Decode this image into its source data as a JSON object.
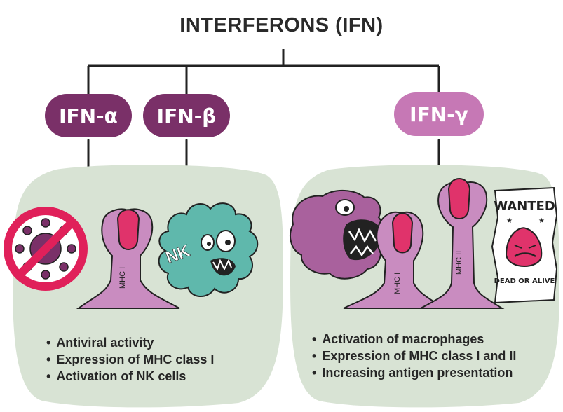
{
  "title": "INTERFERONS (IFN)",
  "nodes": {
    "ifn_alpha": "IFN-α",
    "ifn_beta": "IFN-β",
    "ifn_gamma": "IFN-γ"
  },
  "left_panel": {
    "mhc_label": "MHC I",
    "nk_label": "NK",
    "bullets": [
      "Antiviral activity",
      "Expression of MHC class I",
      "Activation of NK cells"
    ]
  },
  "right_panel": {
    "mhc_label_1": "MHC I",
    "mhc_label_2": "MHC II",
    "wanted_title": "WANTED",
    "wanted_footer": "DEAD OR ALIVE",
    "bullets": [
      "Activation of macrophages",
      "Expression of MHC class I and II",
      "Increasing antigen presentation"
    ]
  },
  "colors": {
    "panel_bg": "#d8e3d4",
    "ifn_alpha_beta": "#7a3068",
    "ifn_gamma": "#c678b5",
    "receptor": "#c98cc0",
    "mhc_head": "#e0336b",
    "nk_cell": "#5fb8ac",
    "macrophage": "#a9619d"
  },
  "icons": [
    "virus-icon",
    "no-symbol-icon",
    "nk-cell-icon",
    "macrophage-icon",
    "wanted-poster-icon"
  ]
}
